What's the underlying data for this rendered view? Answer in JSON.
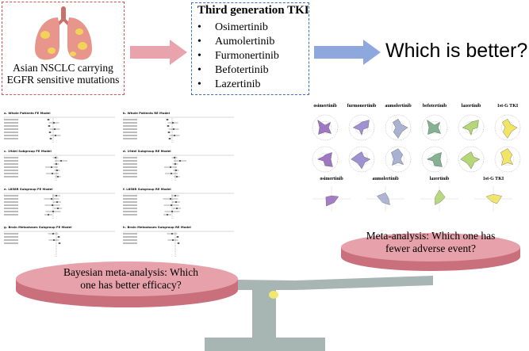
{
  "population": {
    "caption_line1": "Asian NSCLC carrying",
    "caption_line2": "EGFR sensitive mutations"
  },
  "tki": {
    "title": "Third generation TKI",
    "items": [
      "Osimertinib",
      "Aumolertinib",
      "Furmonertinib",
      "Befotertinib",
      "Lazertinib"
    ]
  },
  "question": "Which is better?",
  "efficacy_disc": {
    "line1": "Bayesian meta-analysis: Which",
    "line2": "one has better efficacy?"
  },
  "safety_disc": {
    "line1": "Meta-analysis: Which one has",
    "line2": "fewer adverse event?"
  },
  "radar": {
    "top_labels": [
      "osimertinib",
      "furmonertinib",
      "aumolertinib",
      "befotertinib",
      "lazertinib",
      "1st-G TKI"
    ],
    "bottom_labels": [
      "osimertinib",
      "aumolertinib",
      "lazertinib",
      "1st-G TKI"
    ],
    "colors": [
      "#8e5fb8",
      "#8e7fc8",
      "#9aa4c8",
      "#6fa57f",
      "#a8d060",
      "#f0e04a"
    ]
  },
  "forest": {
    "left_titles": [
      "a. Whole Patients FE Model",
      "c. 19del Subgroup FE Model",
      "e. L858R Subgroup FE Model",
      "g. Brain Metastases Subgroup FE Model"
    ],
    "right_titles": [
      "b. Whole Patients RE Model",
      "d. 19del Subgroup RE Model",
      "f. L858R Subgroup RE Model",
      "h. Brain Metastases Subgroup RE Model"
    ]
  },
  "colors": {
    "arrow": "#e8a3ad",
    "arrow_blue": "#8ea8dd",
    "disc": "#d98a96",
    "scale": "#a7b5b3"
  }
}
